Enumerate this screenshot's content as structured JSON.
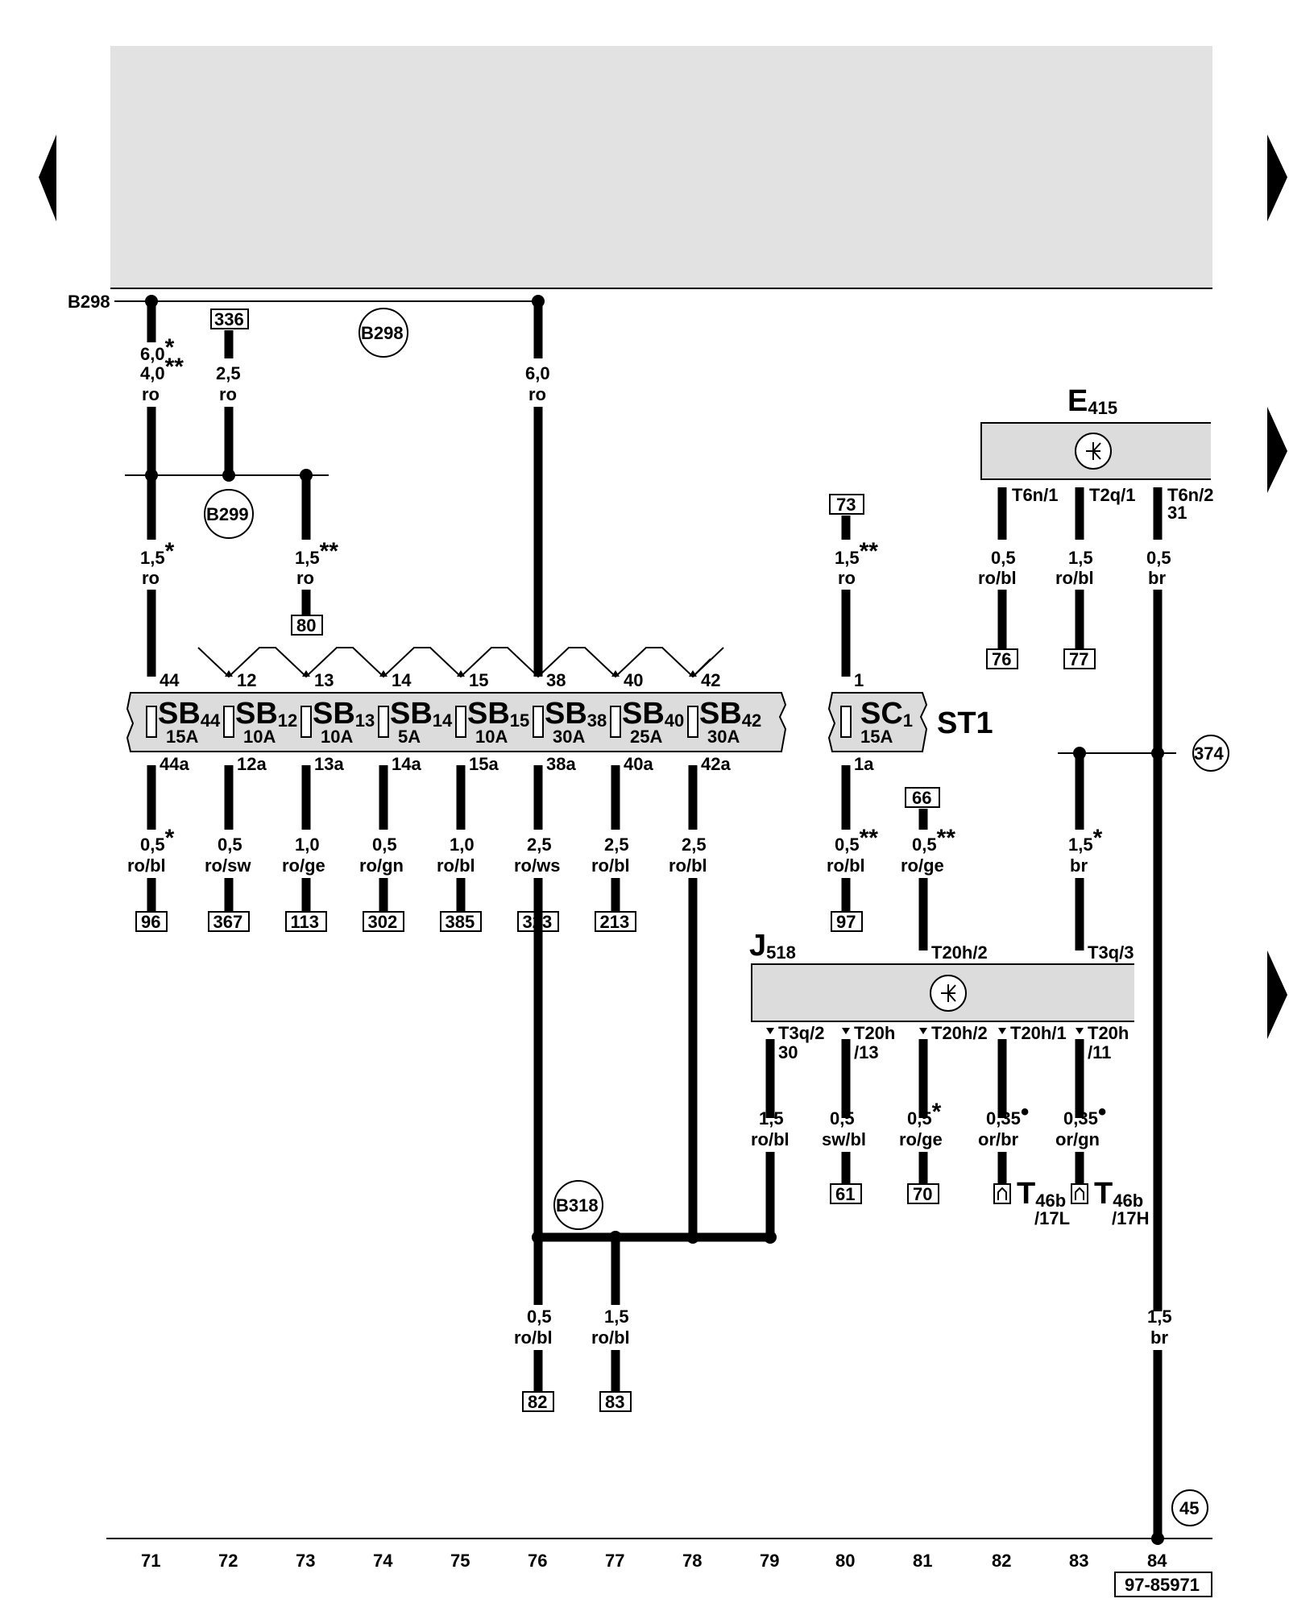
{
  "nav": {
    "colors": {
      "arrow": "#000000",
      "panel": "#e2e2e2",
      "strip": "#dcdcdc"
    }
  },
  "top_panel": {
    "left_label": "B298",
    "circle_label": "B298"
  },
  "wires": {
    "w71_top": {
      "size": "6,0",
      "size_mark": "*",
      "size2": "4,0",
      "size2_mark": "**",
      "color": "ro"
    },
    "w72_top": {
      "box": "336",
      "size": "2,5",
      "color": "ro"
    },
    "w76_top": {
      "size": "6,0",
      "color": "ro"
    },
    "w71_mid": {
      "size": "1,5",
      "mark": "*",
      "color": "ro"
    },
    "w73_mid": {
      "size": "1,5",
      "mark": "**",
      "color": "ro",
      "box": "80"
    },
    "b299": "B299",
    "w80_top": {
      "box": "73",
      "size": "1,5",
      "mark": "**",
      "color": "ro"
    }
  },
  "fuse_strip": {
    "name": "ST1",
    "fuses": [
      {
        "pin_in": "44",
        "main": "SB",
        "sub": "44",
        "rating": "15A",
        "pin_out": "44a",
        "size": "0,5",
        "mark": "*",
        "color": "ro/bl",
        "dest": "96"
      },
      {
        "pin_in": "12",
        "main": "SB",
        "sub": "12",
        "rating": "10A",
        "pin_out": "12a",
        "size": "0,5",
        "mark": "",
        "color": "ro/sw",
        "dest": "367"
      },
      {
        "pin_in": "13",
        "main": "SB",
        "sub": "13",
        "rating": "10A",
        "pin_out": "13a",
        "size": "1,0",
        "mark": "",
        "color": "ro/ge",
        "dest": "113"
      },
      {
        "pin_in": "14",
        "main": "SB",
        "sub": "14",
        "rating": "5A",
        "pin_out": "14a",
        "size": "0,5",
        "mark": "",
        "color": "ro/gn",
        "dest": "302"
      },
      {
        "pin_in": "15",
        "main": "SB",
        "sub": "15",
        "rating": "10A",
        "pin_out": "15a",
        "size": "1,0",
        "mark": "",
        "color": "ro/bl",
        "dest": "385"
      },
      {
        "pin_in": "38",
        "main": "SB",
        "sub": "38",
        "rating": "30A",
        "pin_out": "38a",
        "size": "2,5",
        "mark": "",
        "color": "ro/ws",
        "dest": "323"
      },
      {
        "pin_in": "40",
        "main": "SB",
        "sub": "40",
        "rating": "25A",
        "pin_out": "40a",
        "size": "2,5",
        "mark": "",
        "color": "ro/bl",
        "dest": "213"
      },
      {
        "pin_in": "42",
        "main": "SB",
        "sub": "42",
        "rating": "30A",
        "pin_out": "42a",
        "size": "2,5",
        "mark": "",
        "color": "ro/bl",
        "dest": ""
      }
    ],
    "sc": {
      "pin_in": "1",
      "main": "SC",
      "sub": "1",
      "rating": "15A",
      "pin_out": "1a",
      "size": "0,5",
      "mark": "**",
      "color": "ro/bl",
      "dest": "97"
    }
  },
  "e415": {
    "name": "E",
    "sub": "415",
    "pins": [
      {
        "pin": "T6n/1",
        "pin2": "",
        "size": "0,5",
        "color": "ro/bl",
        "dest": "76"
      },
      {
        "pin": "T2q/1",
        "pin2": "",
        "size": "1,5",
        "color": "ro/bl",
        "dest": "77"
      },
      {
        "pin": "T6n/2",
        "pin2": "31",
        "size": "0,5",
        "color": "br",
        "dest": ""
      }
    ]
  },
  "j518": {
    "name": "J",
    "sub": "518",
    "in_pins": [
      {
        "box": "66",
        "size": "0,5",
        "mark": "**",
        "color": "ro/ge",
        "pin": "T20h/2"
      },
      {
        "size": "1,5",
        "mark": "*",
        "color": "br",
        "pin": "T3q/3"
      }
    ],
    "out_pins": [
      {
        "pin": "T3q/2",
        "pin2": "30",
        "size": "1,5",
        "mark": "",
        "color": "ro/bl",
        "dest": ""
      },
      {
        "pin": "T20h",
        "pin2": "/13",
        "size": "0,5",
        "mark": "",
        "color": "sw/bl",
        "dest": "61"
      },
      {
        "pin": "T20h/2",
        "pin2": "",
        "size": "0,5",
        "mark": "*",
        "color": "ro/ge",
        "dest": "70"
      },
      {
        "pin": "T20h/1",
        "pin2": "",
        "size": "0,35",
        "mark": "•",
        "color": "or/br",
        "dest": "T",
        "dest_sub": "46b",
        "dest_sub2": "/17L"
      },
      {
        "pin": "T20h",
        "pin2": "/11",
        "size": "0,35",
        "mark": "•",
        "color": "or/gn",
        "dest": "T",
        "dest_sub": "46b",
        "dest_sub2": "/17H"
      }
    ]
  },
  "right_circle": "374",
  "ground_circle": "45",
  "w84_low": {
    "size": "1,5",
    "color": "br"
  },
  "b318": {
    "label": "B318",
    "branches": [
      {
        "size": "0,5",
        "color": "ro/bl",
        "dest": "82"
      },
      {
        "size": "1,5",
        "color": "ro/bl",
        "dest": "83"
      }
    ]
  },
  "columns": [
    "71",
    "72",
    "73",
    "74",
    "75",
    "76",
    "77",
    "78",
    "79",
    "80",
    "81",
    "82",
    "83",
    "84"
  ],
  "diagram_id": "97-85971"
}
